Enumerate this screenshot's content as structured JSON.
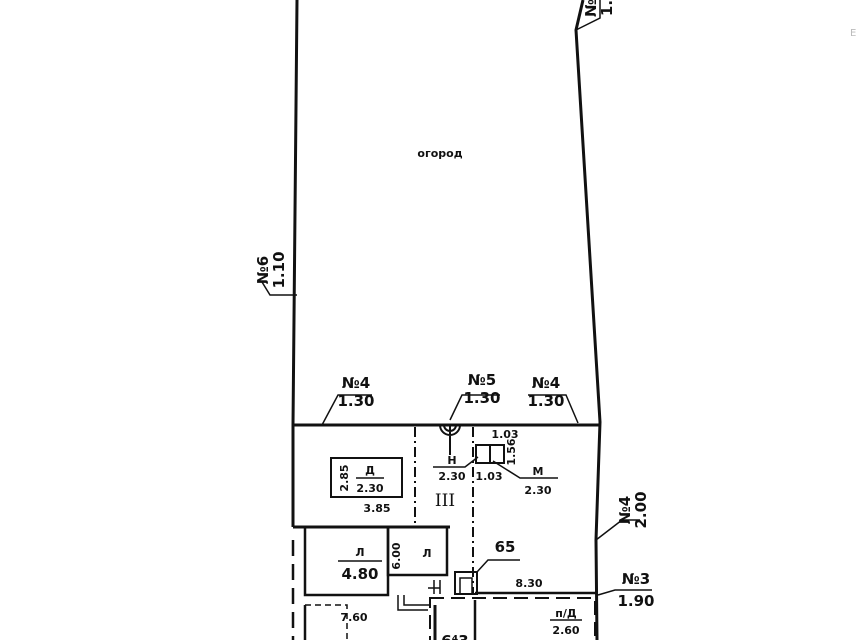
{
  "plan": {
    "garden_label": "огород",
    "yard_label": "III",
    "boundaries": [
      {
        "id": "№6",
        "value": "1.10"
      },
      {
        "id": "№4",
        "value": "1.30"
      },
      {
        "id": "№5",
        "value": "1.30"
      },
      {
        "id": "№4",
        "value": "1.30"
      },
      {
        "id": "№4",
        "value": "2.00"
      },
      {
        "id": "№3",
        "value": "1.90"
      }
    ],
    "top_right_partial": {
      "id": "№",
      "value": "1."
    },
    "structures": {
      "d": {
        "code": "Д",
        "height": "2.30",
        "width": "3.85",
        "depth": "2.85"
      },
      "n": {
        "code": "Н",
        "height": "2.30"
      },
      "m": {
        "code": "М",
        "height": "2.30",
        "top": "1.03",
        "side": "1.56",
        "bottom": "1.03"
      },
      "l_main": {
        "code": "Л",
        "height": "4.80",
        "length": "6.00"
      },
      "l_small": {
        "code": "Л"
      },
      "pd": {
        "code": "п/Д",
        "height": "2.60"
      },
      "house_partial": "6⁴3"
    },
    "dimensions": {
      "fence_length": "8.30",
      "bottom_left": "7.60",
      "gate": "65"
    },
    "margin_mark": "E"
  }
}
